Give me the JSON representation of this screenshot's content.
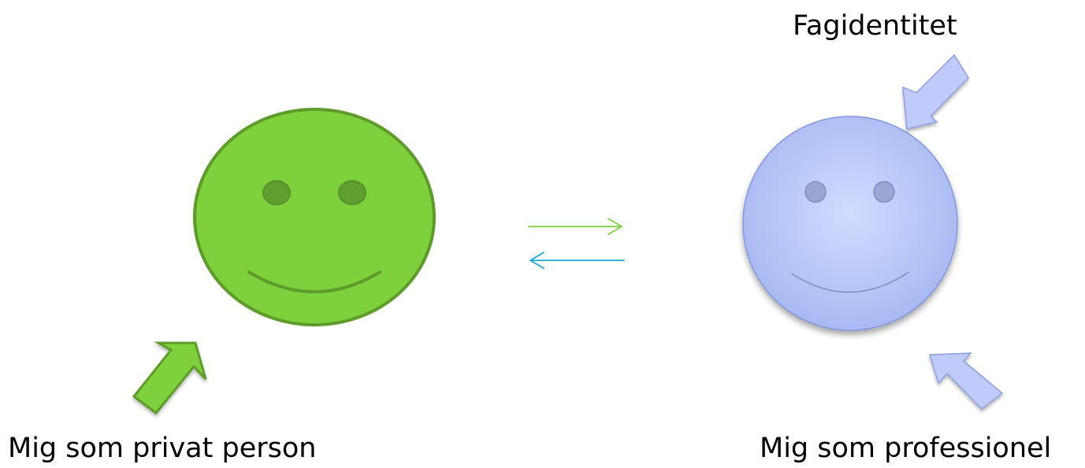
{
  "labels": {
    "private_person": "Mig som privat person",
    "professional": "Mig som professionel",
    "subject_identity": "Fagidentitet"
  },
  "colors": {
    "green_face_fill": "#7ed03c",
    "green_face_stroke": "#5e9b2b",
    "green_eye": "#5f9f31",
    "blue_face_center": "#d2dcff",
    "blue_face_edge": "#a8b9f2",
    "blue_face_stroke": "#8495dd",
    "blue_eye": "#9aa7d4",
    "arrow_green": "#7ed03c",
    "arrow_cyan": "#1aa7d8",
    "text": "#000000"
  },
  "icons": [
    "smiley-face-icon",
    "arrow-icon"
  ]
}
